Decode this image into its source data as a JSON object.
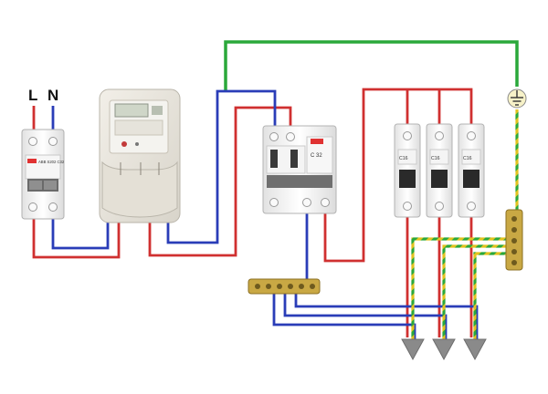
{
  "supply_labels": {
    "line": "L",
    "neutral": "N"
  },
  "breaker_small_text": "ABB S202 C32",
  "rcd_text": "C 32",
  "branch_breaker_text": "C16",
  "colors": {
    "phase": "#d03030",
    "neutral": "#2a3db8",
    "ground": "#2aa83a",
    "device_body": "#eeeeee",
    "device_edge": "#b8b8b8",
    "meter_body": "#e9e6de",
    "busbar": "#c9a844",
    "arrow": "#8a8a8a"
  },
  "icons": [
    "ground-symbol-icon",
    "load-arrow-icon"
  ]
}
